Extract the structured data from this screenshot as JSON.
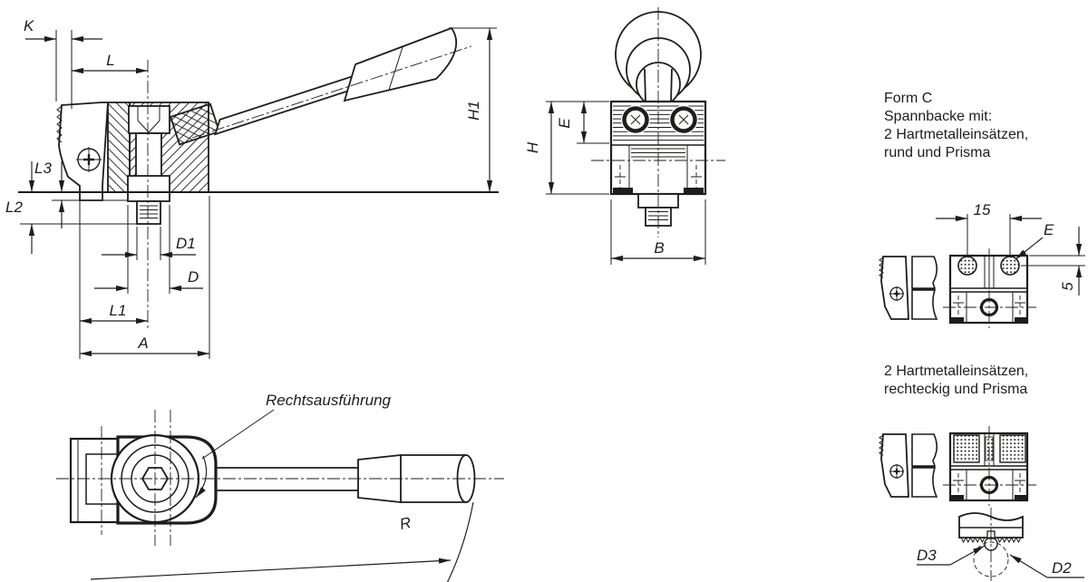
{
  "ink": "#1d1d1b",
  "background": "#ffffff",
  "side_view": {
    "K": "K",
    "L": "L",
    "L3": "L3",
    "L2": "L2",
    "D1": "D1",
    "D": "D",
    "L1": "L1",
    "A": "A",
    "H1": "H1"
  },
  "front_view": {
    "E": "E",
    "H": "H",
    "B": "B"
  },
  "top_view": {
    "note": "Rechtsausführung",
    "R": "R"
  },
  "detail_round": {
    "lines": [
      "Form C",
      "Spannbacke mit:",
      "2 Hartmetalleinsätzen,",
      "rund und Prisma"
    ],
    "spacing": "15",
    "insert": "E",
    "depth": "5"
  },
  "detail_rect": {
    "lines": [
      "2 Hartmetalleinsätzen,",
      "rechteckig und Prisma"
    ],
    "D3": "D3",
    "D2": "D2"
  }
}
